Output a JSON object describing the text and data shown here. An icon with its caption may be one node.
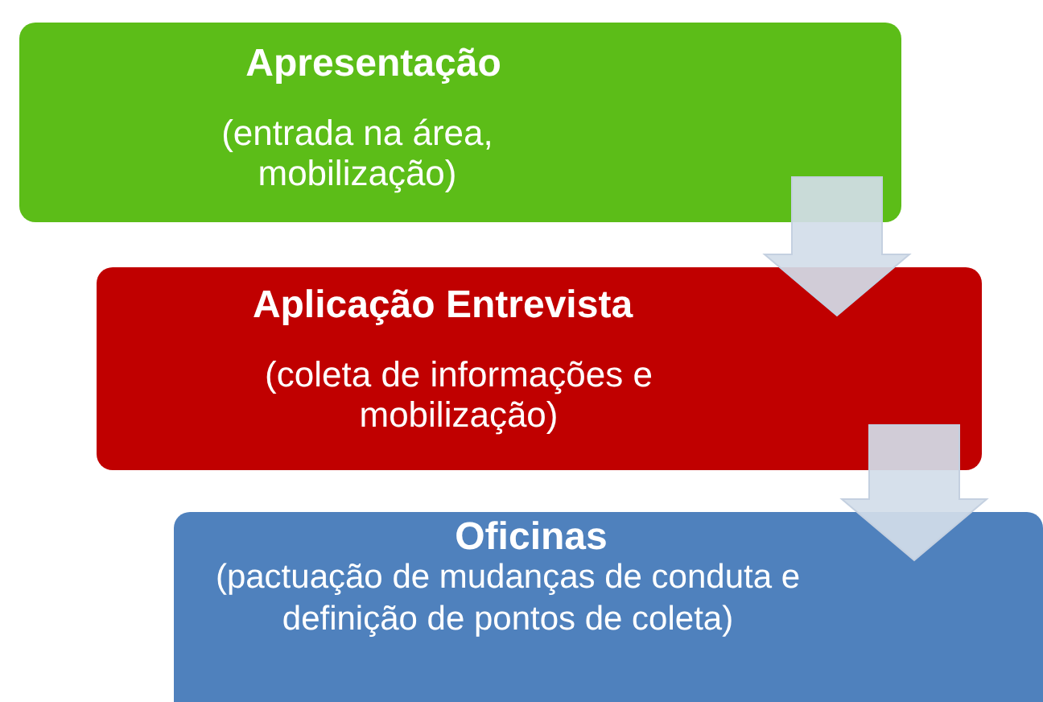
{
  "diagram": {
    "nodes": [
      {
        "text": [
          "Apresentação",
          "(entrada na área, mobilização)"
        ]
      },
      {
        "text": [
          "Aplicação Entrevista",
          "(coleta de informações e mobilização)"
        ]
      },
      {
        "text": [
          "Oficinas",
          "(pactuação de mudanças de conduta e definição de pontos de coleta)"
        ]
      }
    ],
    "edges": [
      {
        "from": 0,
        "to": 1,
        "arrow": "to"
      },
      {
        "from": 1,
        "to": 2,
        "arrow": "to"
      }
    ]
  }
}
